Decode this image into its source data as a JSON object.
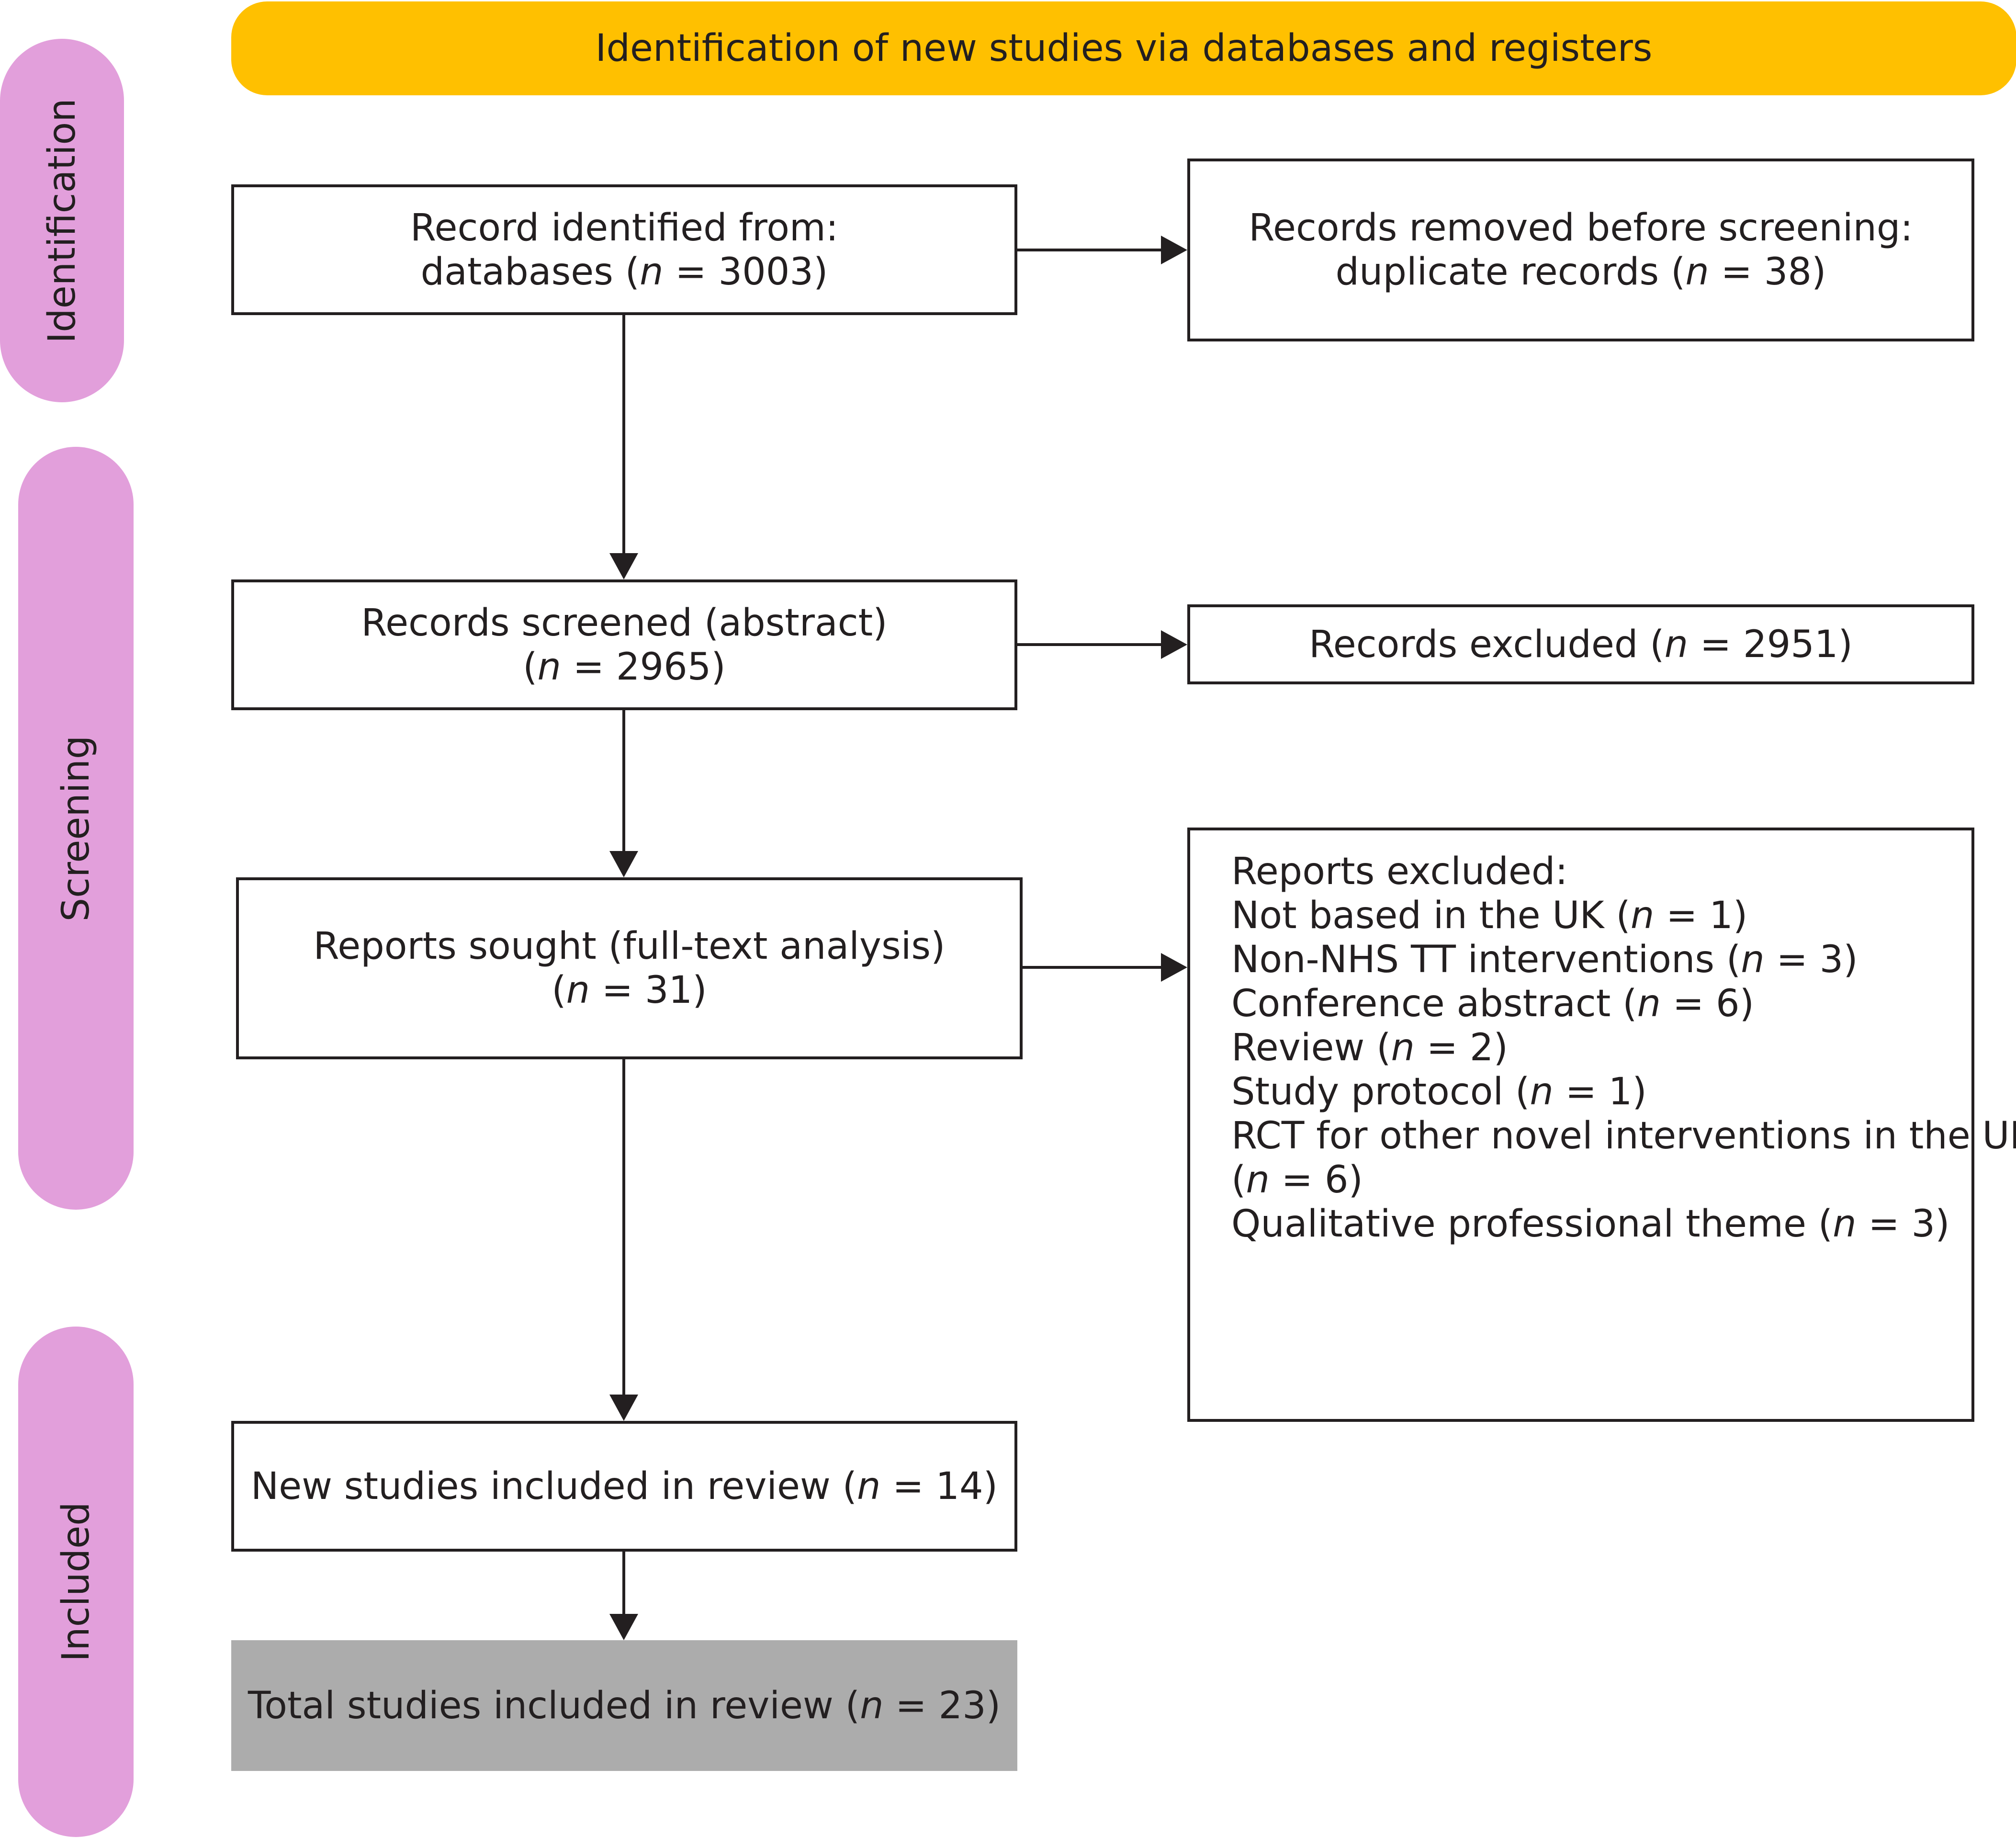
{
  "header": {
    "title": "Identification of new studies via databases and registers"
  },
  "stages": {
    "identification": "Identification",
    "screening": "Screening",
    "included": "Included"
  },
  "boxes": {
    "identified": {
      "line1": "Record identified from:",
      "line2_prefix": "databases (",
      "line2_var": "n",
      "line2_suffix": " = 3003)"
    },
    "removed": {
      "line1": "Records removed before screening:",
      "line2_prefix": "duplicate records (",
      "line2_var": "n",
      "line2_suffix": " = 38)"
    },
    "screened": {
      "line1": "Records screened (abstract)",
      "line2_prefix": "(",
      "line2_var": "n",
      "line2_suffix": " = 2965)"
    },
    "excluded": {
      "line1_prefix": "Records excluded (",
      "line1_var": "n",
      "line1_suffix": " = 2951)"
    },
    "sought": {
      "line1": "Reports sought (full-text analysis)",
      "line2_prefix": "(",
      "line2_var": "n",
      "line2_suffix": " = 31)"
    },
    "reports_excluded": {
      "heading": "Reports excluded:",
      "items": [
        {
          "prefix": "Not based in the UK (",
          "var": "n",
          "suffix": " = 1)"
        },
        {
          "prefix": "Non-NHS TT interventions (",
          "var": "n",
          "suffix": " = 3)"
        },
        {
          "prefix": "Conference abstract (",
          "var": "n",
          "suffix": " = 6)"
        },
        {
          "prefix": "Review (",
          "var": "n",
          "suffix": " = 2)"
        },
        {
          "prefix": "Study protocol (",
          "var": "n",
          "suffix": " = 1)"
        },
        {
          "prefix": "RCT for other novel interventions in the UK",
          "var": "",
          "suffix": ""
        },
        {
          "prefix": "(",
          "var": "n",
          "suffix": " = 6)"
        },
        {
          "prefix": "Qualitative professional theme (",
          "var": "n",
          "suffix": " = 3)"
        }
      ]
    },
    "new_studies": {
      "line1_prefix": "New studies included in review (",
      "line1_var": "n",
      "line1_suffix": " = 14)"
    },
    "total_studies": {
      "line1_prefix": "Total studies included in review (",
      "line1_var": "n",
      "line1_suffix": " = 23)"
    }
  },
  "colors": {
    "banner": "#ffc000",
    "stage": "#e29fdb",
    "total_box": "#acacac",
    "stroke": "#231f20"
  }
}
